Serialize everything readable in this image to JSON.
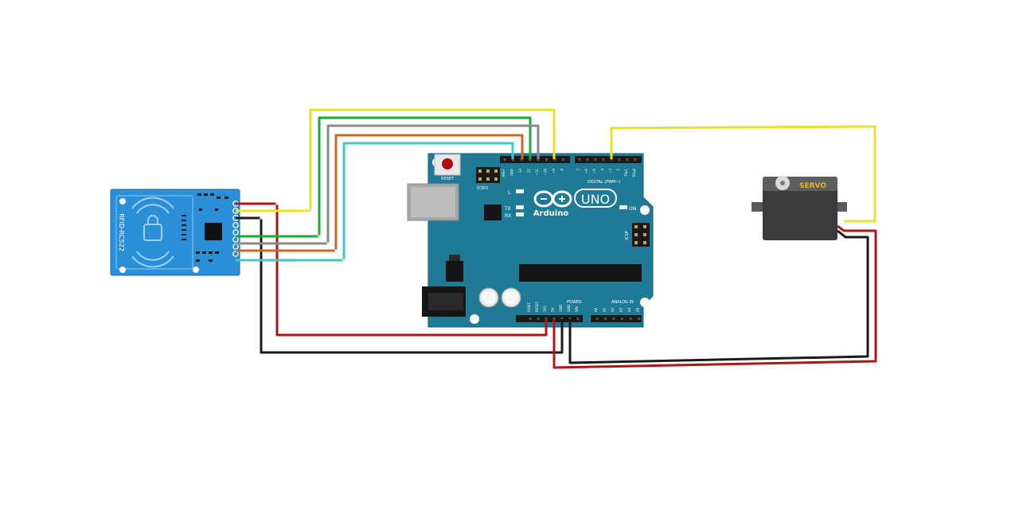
{
  "rfid": {
    "label": "RFID-RC522"
  },
  "arduino": {
    "reset_label": "RESET",
    "icsp2_label": "ICSP2",
    "icsp_label": "ICSP",
    "l_label": "L",
    "tx_label": "TX",
    "rx_label": "RX",
    "on_label": "ON",
    "brand_label": "Arduino",
    "model_label": "UNO",
    "digital_label": "DIGITAL (PWM~)",
    "power_label": "POWER",
    "analog_label": "ANALOG IN",
    "pins_top": [
      "AREF",
      "GND",
      "13",
      "12",
      "~11",
      "~10",
      "~9",
      "8",
      "7",
      "~6",
      "~5",
      "4",
      "~3",
      "2",
      "TX▸1",
      "RX◂0"
    ],
    "pins_power": [
      "IOREF",
      "RESET",
      "3V3",
      "5V",
      "GND",
      "GND",
      "VIN"
    ],
    "pins_analog": [
      "A0",
      "A1",
      "A2",
      "A3",
      "A4",
      "A5"
    ]
  },
  "servo": {
    "label": "SERVO"
  },
  "colors": {
    "rfid_board": "#2a8fd6",
    "arduino_board": "#1f7a95",
    "servo_body": "#3a3a3a",
    "wire_red": "#b01515",
    "wire_black": "#1a1a1a",
    "wire_yellow": "#e8e030",
    "wire_green": "#1fa83a",
    "wire_gray": "#8a8a8a",
    "wire_orange": "#c46a2a",
    "wire_cyan": "#3fc9c9"
  }
}
